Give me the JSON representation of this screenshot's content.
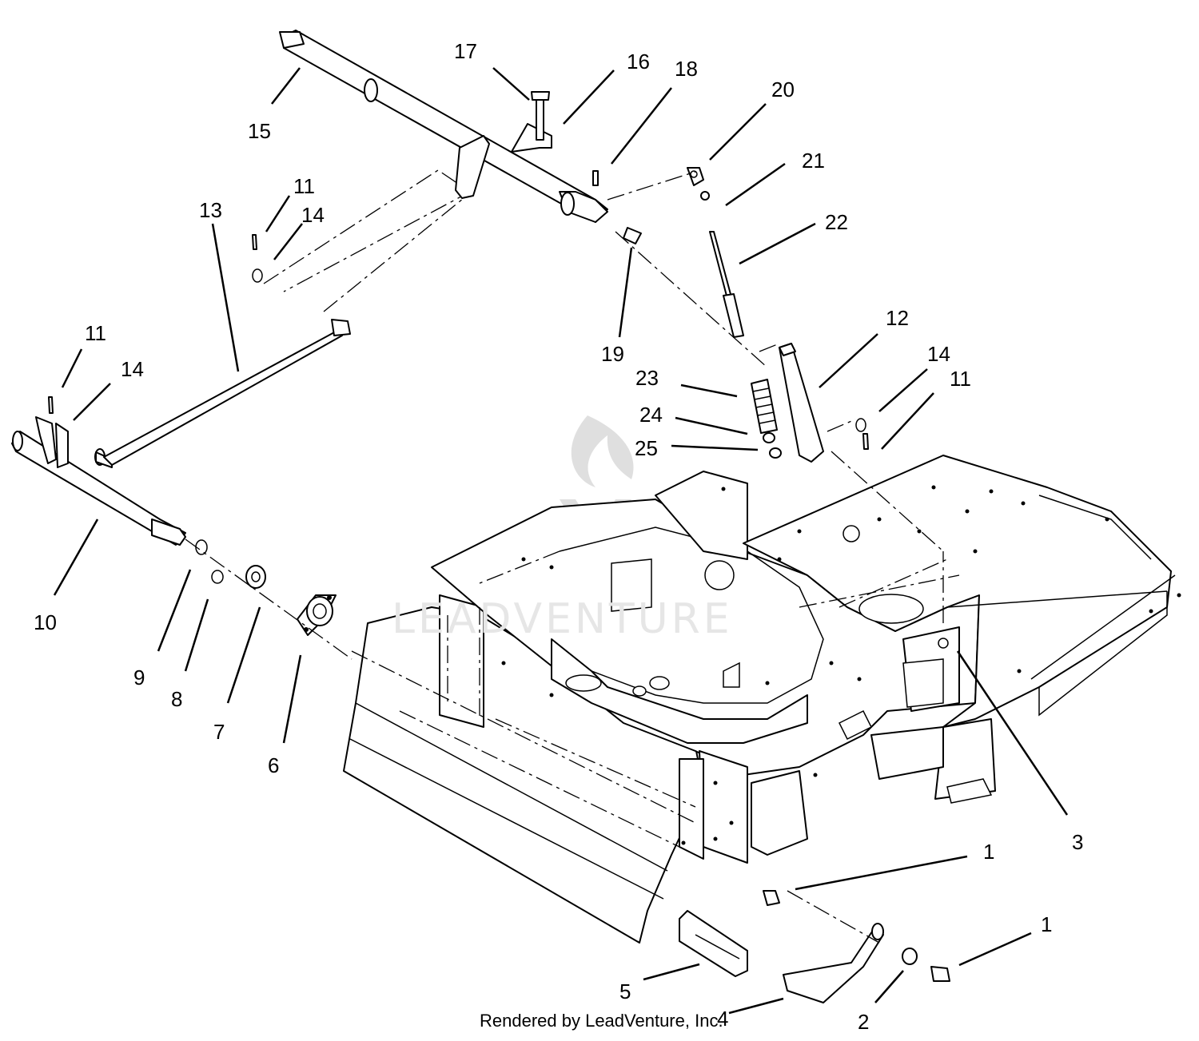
{
  "diagram": {
    "watermark": "LEADVENTURE",
    "credit": "Rendered by LeadVenture, Inc.",
    "callouts": [
      "1",
      "1",
      "2",
      "3",
      "4",
      "5",
      "6",
      "7",
      "8",
      "9",
      "10",
      "11",
      "11",
      "11",
      "12",
      "13",
      "14",
      "14",
      "14",
      "15",
      "16",
      "17",
      "18",
      "19",
      "20",
      "21",
      "22",
      "23",
      "24",
      "25"
    ]
  }
}
